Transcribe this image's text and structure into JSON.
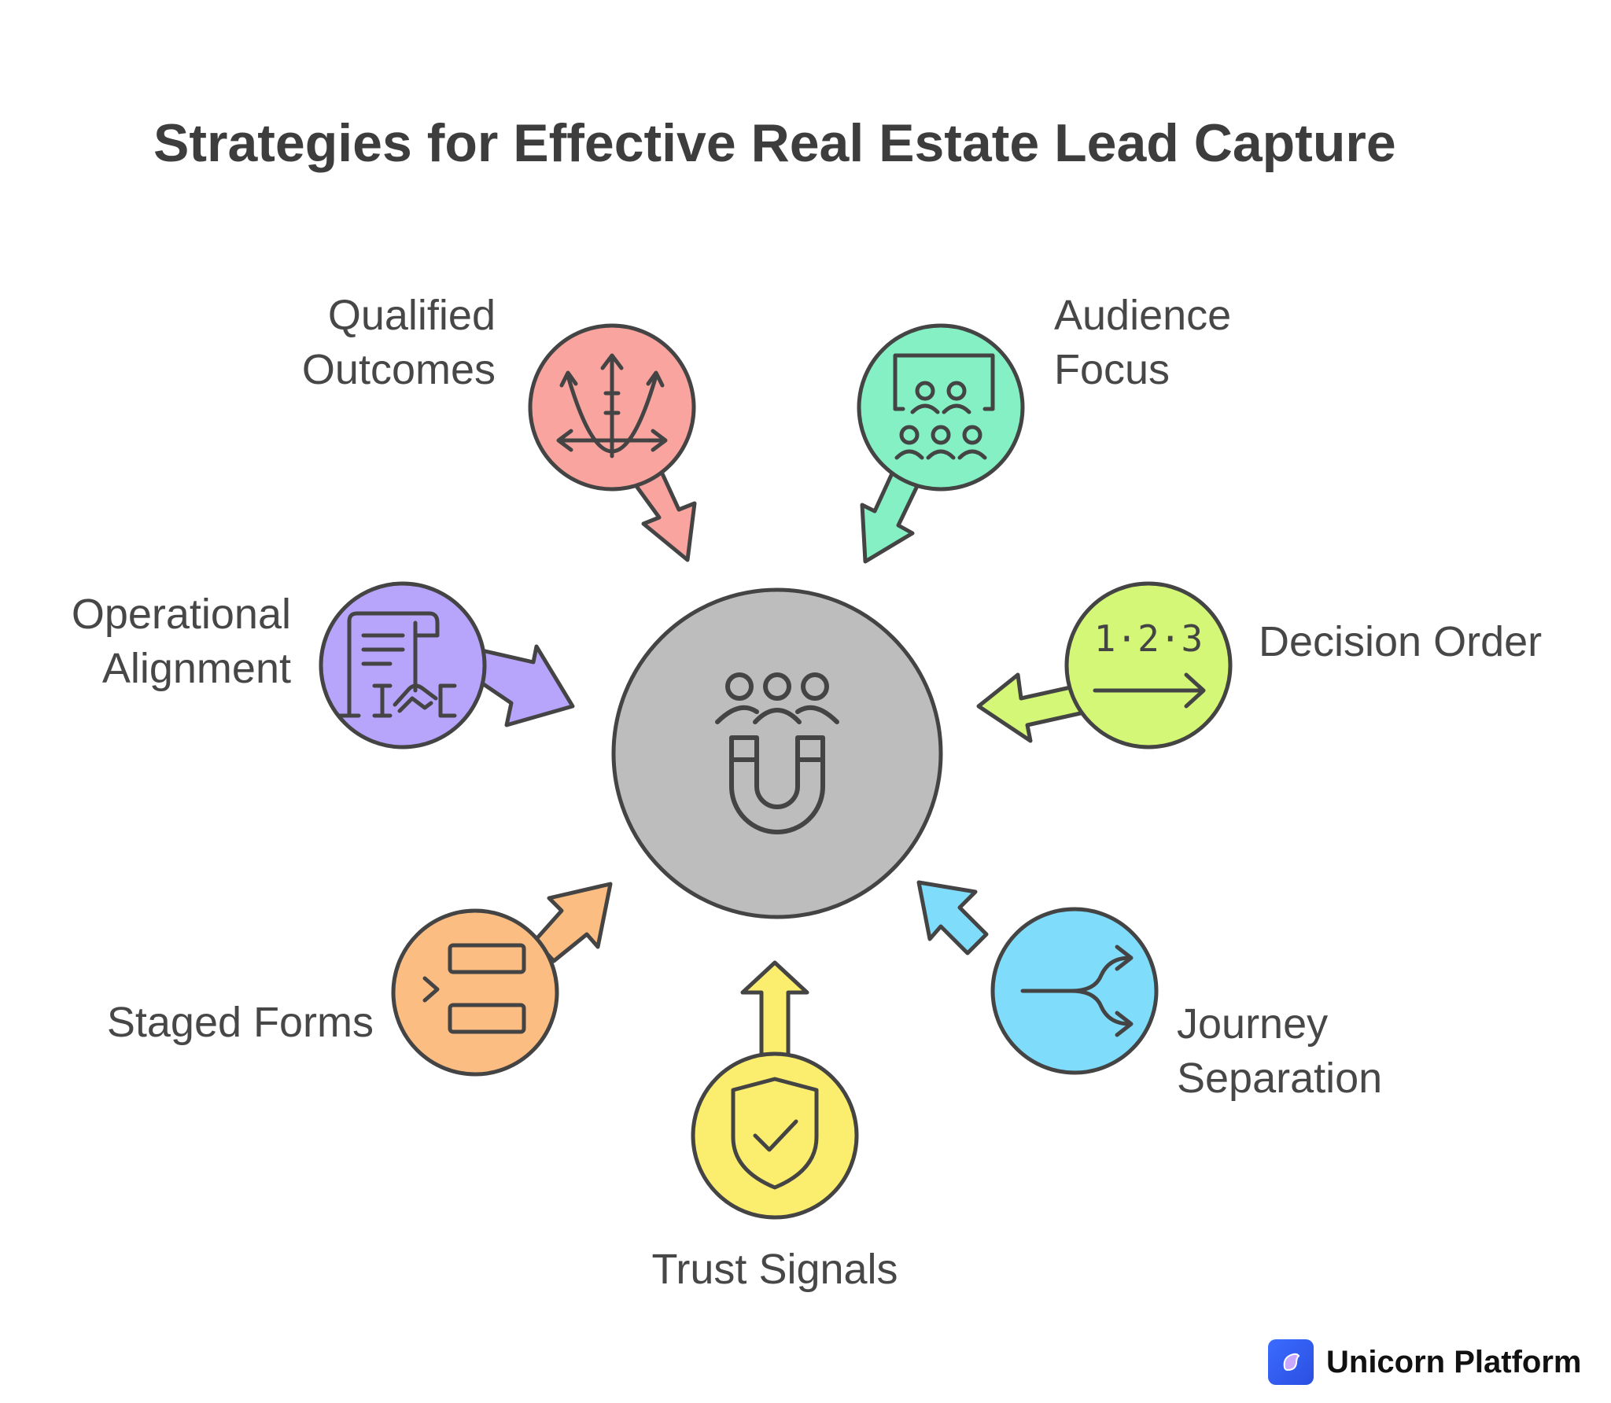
{
  "title": "Strategies for Effective Real Estate Lead Capture",
  "center": {
    "icon": "people-magnet-icon",
    "color": "#bdbdbd"
  },
  "nodes": [
    {
      "id": "qualified-outcomes",
      "lines": [
        "Qualified",
        "Outcomes"
      ],
      "icon": "parabola-graph-icon",
      "color": "#f9a49f"
    },
    {
      "id": "audience-focus",
      "lines": [
        "Audience",
        "Focus"
      ],
      "icon": "audience-icon",
      "color": "#85f0c3"
    },
    {
      "id": "decision-order",
      "lines": [
        "Decision Order"
      ],
      "icon": "sequence-123-icon",
      "color": "#d4f778"
    },
    {
      "id": "journey-separation",
      "lines": [
        "Journey",
        "Separation"
      ],
      "icon": "split-arrow-icon",
      "color": "#7fdcfb"
    },
    {
      "id": "trust-signals",
      "lines": [
        "Trust Signals"
      ],
      "icon": "shield-check-icon",
      "color": "#fbee6e"
    },
    {
      "id": "staged-forms",
      "lines": [
        "Staged Forms"
      ],
      "icon": "form-fields-icon",
      "color": "#fbbd82"
    },
    {
      "id": "operational-alignment",
      "lines": [
        "Operational",
        "Alignment"
      ],
      "icon": "contract-handshake-icon",
      "color": "#b7a4fb"
    }
  ],
  "brand": {
    "name": "Unicorn Platform",
    "icon": "unicorn-platform-logo-icon",
    "color": "#3b6cff"
  }
}
